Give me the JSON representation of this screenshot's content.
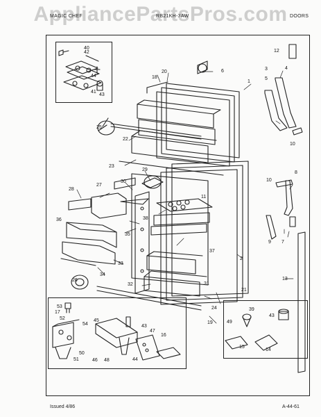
{
  "watermark": "AppliancePartsPros.com",
  "header": {
    "left": "MAGIC CHEF",
    "middle": "RB21KH-3AW",
    "right": "DOORS"
  },
  "footer": {
    "issued": "Issued 4/86",
    "code": "A-44-61"
  },
  "colors": {
    "line": "#222222",
    "paper": "#fbfbfa",
    "watermark": "#969696"
  },
  "callouts": [
    "1",
    "2",
    "3",
    "4",
    "5",
    "6",
    "7",
    "8",
    "9",
    "10",
    "11",
    "12",
    "13",
    "14",
    "15",
    "16",
    "17",
    "18",
    "19",
    "20",
    "21",
    "22",
    "23",
    "24",
    "25",
    "26",
    "27",
    "28",
    "29",
    "30",
    "31",
    "32",
    "33",
    "34",
    "35",
    "36",
    "37",
    "38",
    "39",
    "40",
    "41",
    "42",
    "43",
    "44",
    "45",
    "46",
    "47",
    "48",
    "49",
    "50",
    "51",
    "52",
    "53",
    "54"
  ]
}
